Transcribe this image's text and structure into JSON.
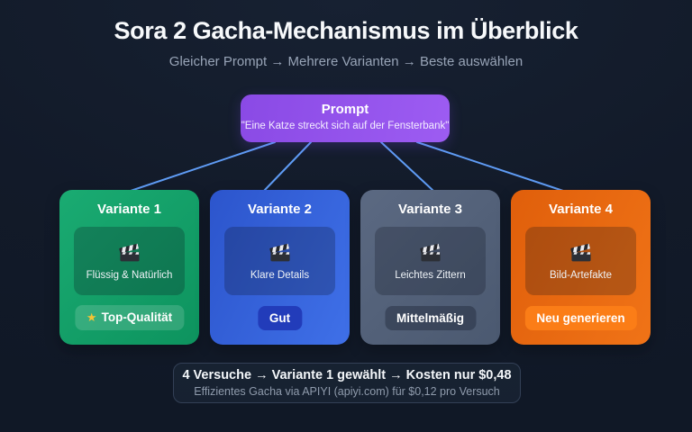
{
  "header": {
    "title": "Sora 2 Gacha-Mechanismus im Überblick",
    "subtitle": "Gleicher Prompt → Mehrere Varianten → Beste auswählen"
  },
  "prompt": {
    "label": "Prompt",
    "text": "\"Eine Katze streckt sich auf der Fensterbank\""
  },
  "variants": [
    {
      "title": "Variante 1",
      "icon": "clapperboard-icon",
      "description": "Flüssig & Natürlich",
      "badge": "Top-Qualität",
      "badge_icon": "★",
      "accent": "#13a36c"
    },
    {
      "title": "Variante 2",
      "icon": "clapperboard-icon",
      "description": "Klare Details",
      "badge": "Gut",
      "accent": "#3566dc"
    },
    {
      "title": "Variante 3",
      "icon": "clapperboard-icon",
      "description": "Leichtes Zittern",
      "badge": "Mittelmäßig",
      "accent": "#54627a"
    },
    {
      "title": "Variante 4",
      "icon": "clapperboard-icon",
      "description": "Bild-Artefakte",
      "badge": "Neu generieren",
      "accent": "#e8670f"
    }
  ],
  "summary": {
    "line1": "4 Versuche → Variante 1 gewählt → Kosten nur $0,48",
    "line2": "Effizientes Gacha via APIYI (apiyi.com) für $0,12 pro Versuch"
  },
  "colors": {
    "background": "#121a29",
    "prompt_purple": "#9355ee",
    "connector_blue": "#5f9cf5",
    "summary_border": "#334056",
    "star_gold": "#f6c434"
  }
}
